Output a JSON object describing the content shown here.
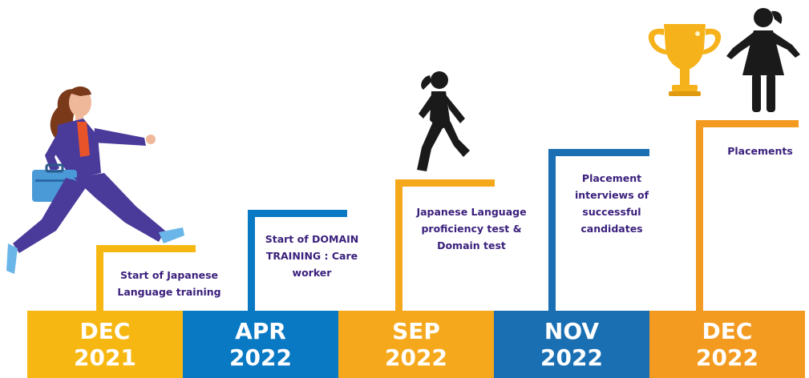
{
  "colors": {
    "yellow": "#f7b713",
    "blue": "#0a79c4",
    "orange": "#f39a20",
    "text": "#3a1f7c",
    "figure": "#1a1a1a",
    "trophy": "#f6b21b",
    "suit": "#4a3a9a"
  },
  "milestones": [
    {
      "month": "DEC",
      "year": "2021",
      "label": "Start of Japanese Language training",
      "color": "#f7b713"
    },
    {
      "month": "APR",
      "year": "2022",
      "label": "Start of DOMAIN TRAINING : Care worker",
      "color": "#0a79c4"
    },
    {
      "month": "SEP",
      "year": "2022",
      "label": "Japanese Language proficiency test & Domain test",
      "color": "#f39a20"
    },
    {
      "month": "NOV",
      "year": "2022",
      "label": "Placement interviews of successful candidates",
      "color": "#1a6fb3"
    },
    {
      "month": "DEC",
      "year": "2022",
      "label": "Placements",
      "color": "#f39a20"
    }
  ],
  "icons": [
    "running-woman-with-briefcase-icon",
    "walking-person-icon",
    "trophy-icon",
    "standing-woman-icon"
  ]
}
